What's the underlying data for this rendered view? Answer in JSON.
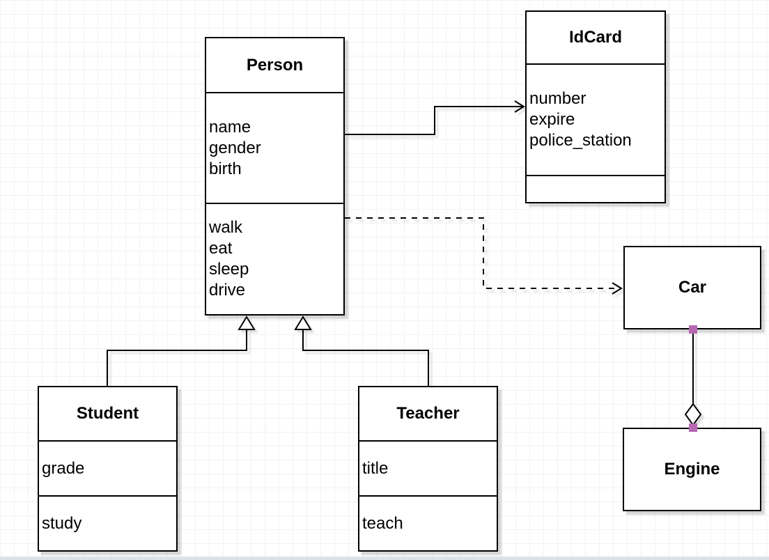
{
  "classes": {
    "person": {
      "title": "Person",
      "attributes": [
        "name",
        "gender",
        "birth"
      ],
      "methods": [
        "walk",
        "eat",
        "sleep",
        "drive"
      ]
    },
    "idcard": {
      "title": "IdCard",
      "attributes": [
        "number",
        "expire",
        "police_station"
      ],
      "methods": []
    },
    "car": {
      "title": "Car"
    },
    "engine": {
      "title": "Engine"
    },
    "student": {
      "title": "Student",
      "attributes": [
        "grade"
      ],
      "methods": [
        "study"
      ]
    },
    "teacher": {
      "title": "Teacher",
      "attributes": [
        "title"
      ],
      "methods": [
        "teach"
      ]
    }
  },
  "relationships": [
    {
      "from": "Person",
      "to": "IdCard",
      "type": "association",
      "line": "solid",
      "arrow": "open"
    },
    {
      "from": "Person",
      "to": "Car",
      "type": "dependency",
      "line": "dashed",
      "arrow": "open"
    },
    {
      "from": "Student",
      "to": "Person",
      "type": "generalization",
      "line": "solid",
      "arrow": "hollow-triangle"
    },
    {
      "from": "Teacher",
      "to": "Person",
      "type": "generalization",
      "line": "solid",
      "arrow": "hollow-triangle"
    },
    {
      "from": "Car",
      "to": "Engine",
      "type": "aggregation",
      "line": "solid",
      "arrow": "hollow-diamond"
    }
  ],
  "colors": {
    "stroke": "#000000",
    "shape_fill": "#ffffff",
    "connection_point": "#b868b2",
    "grid_line": "#f2f2f2",
    "bottom_edge": "#dde2e9"
  }
}
